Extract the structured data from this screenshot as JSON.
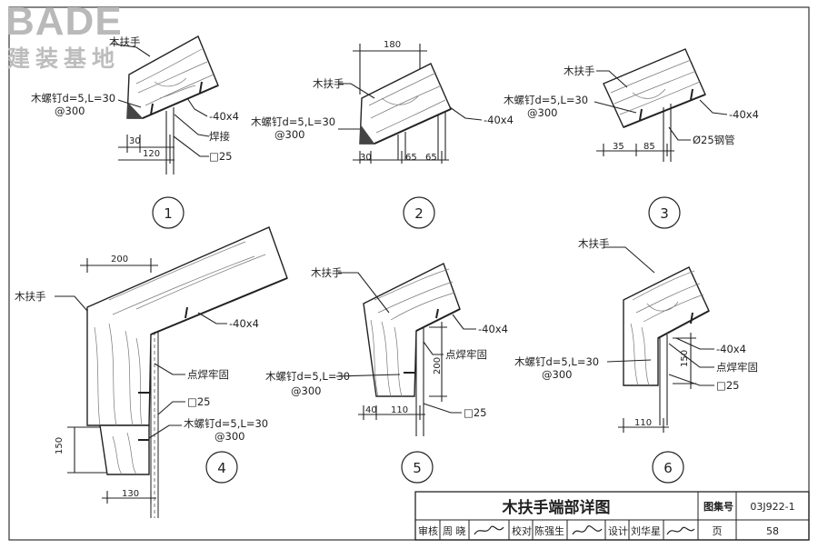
{
  "logo": {
    "brand": "BADE",
    "sub": "建装基地"
  },
  "labels": {
    "handrail": "木扶手",
    "screw": "木螺钉d=5,L=30",
    "spacing": "@300",
    "flat_bar": "-40x4",
    "weld": "焊接",
    "square_tube": "□25",
    "steel_pipe": "Ø25钢管",
    "spot_weld": "点焊牢固"
  },
  "dims": {
    "d30": "30",
    "d120": "120",
    "d180": "180",
    "d65": "65",
    "d35": "35",
    "d85": "85",
    "d200": "200",
    "d150": "150",
    "d130": "130",
    "d40": "40",
    "d110": "110"
  },
  "details": [
    "1",
    "2",
    "3",
    "4",
    "5",
    "6"
  ],
  "title_block": {
    "title": "木扶手端部详图",
    "atlas_label": "图集号",
    "atlas_no": "03J922-1",
    "review_label": "审核",
    "reviewer": "周 晓",
    "check_label": "校对",
    "checker": "陈强生",
    "design_label": "设计",
    "designer": "刘华星",
    "page_label": "页",
    "page_no": "58"
  }
}
